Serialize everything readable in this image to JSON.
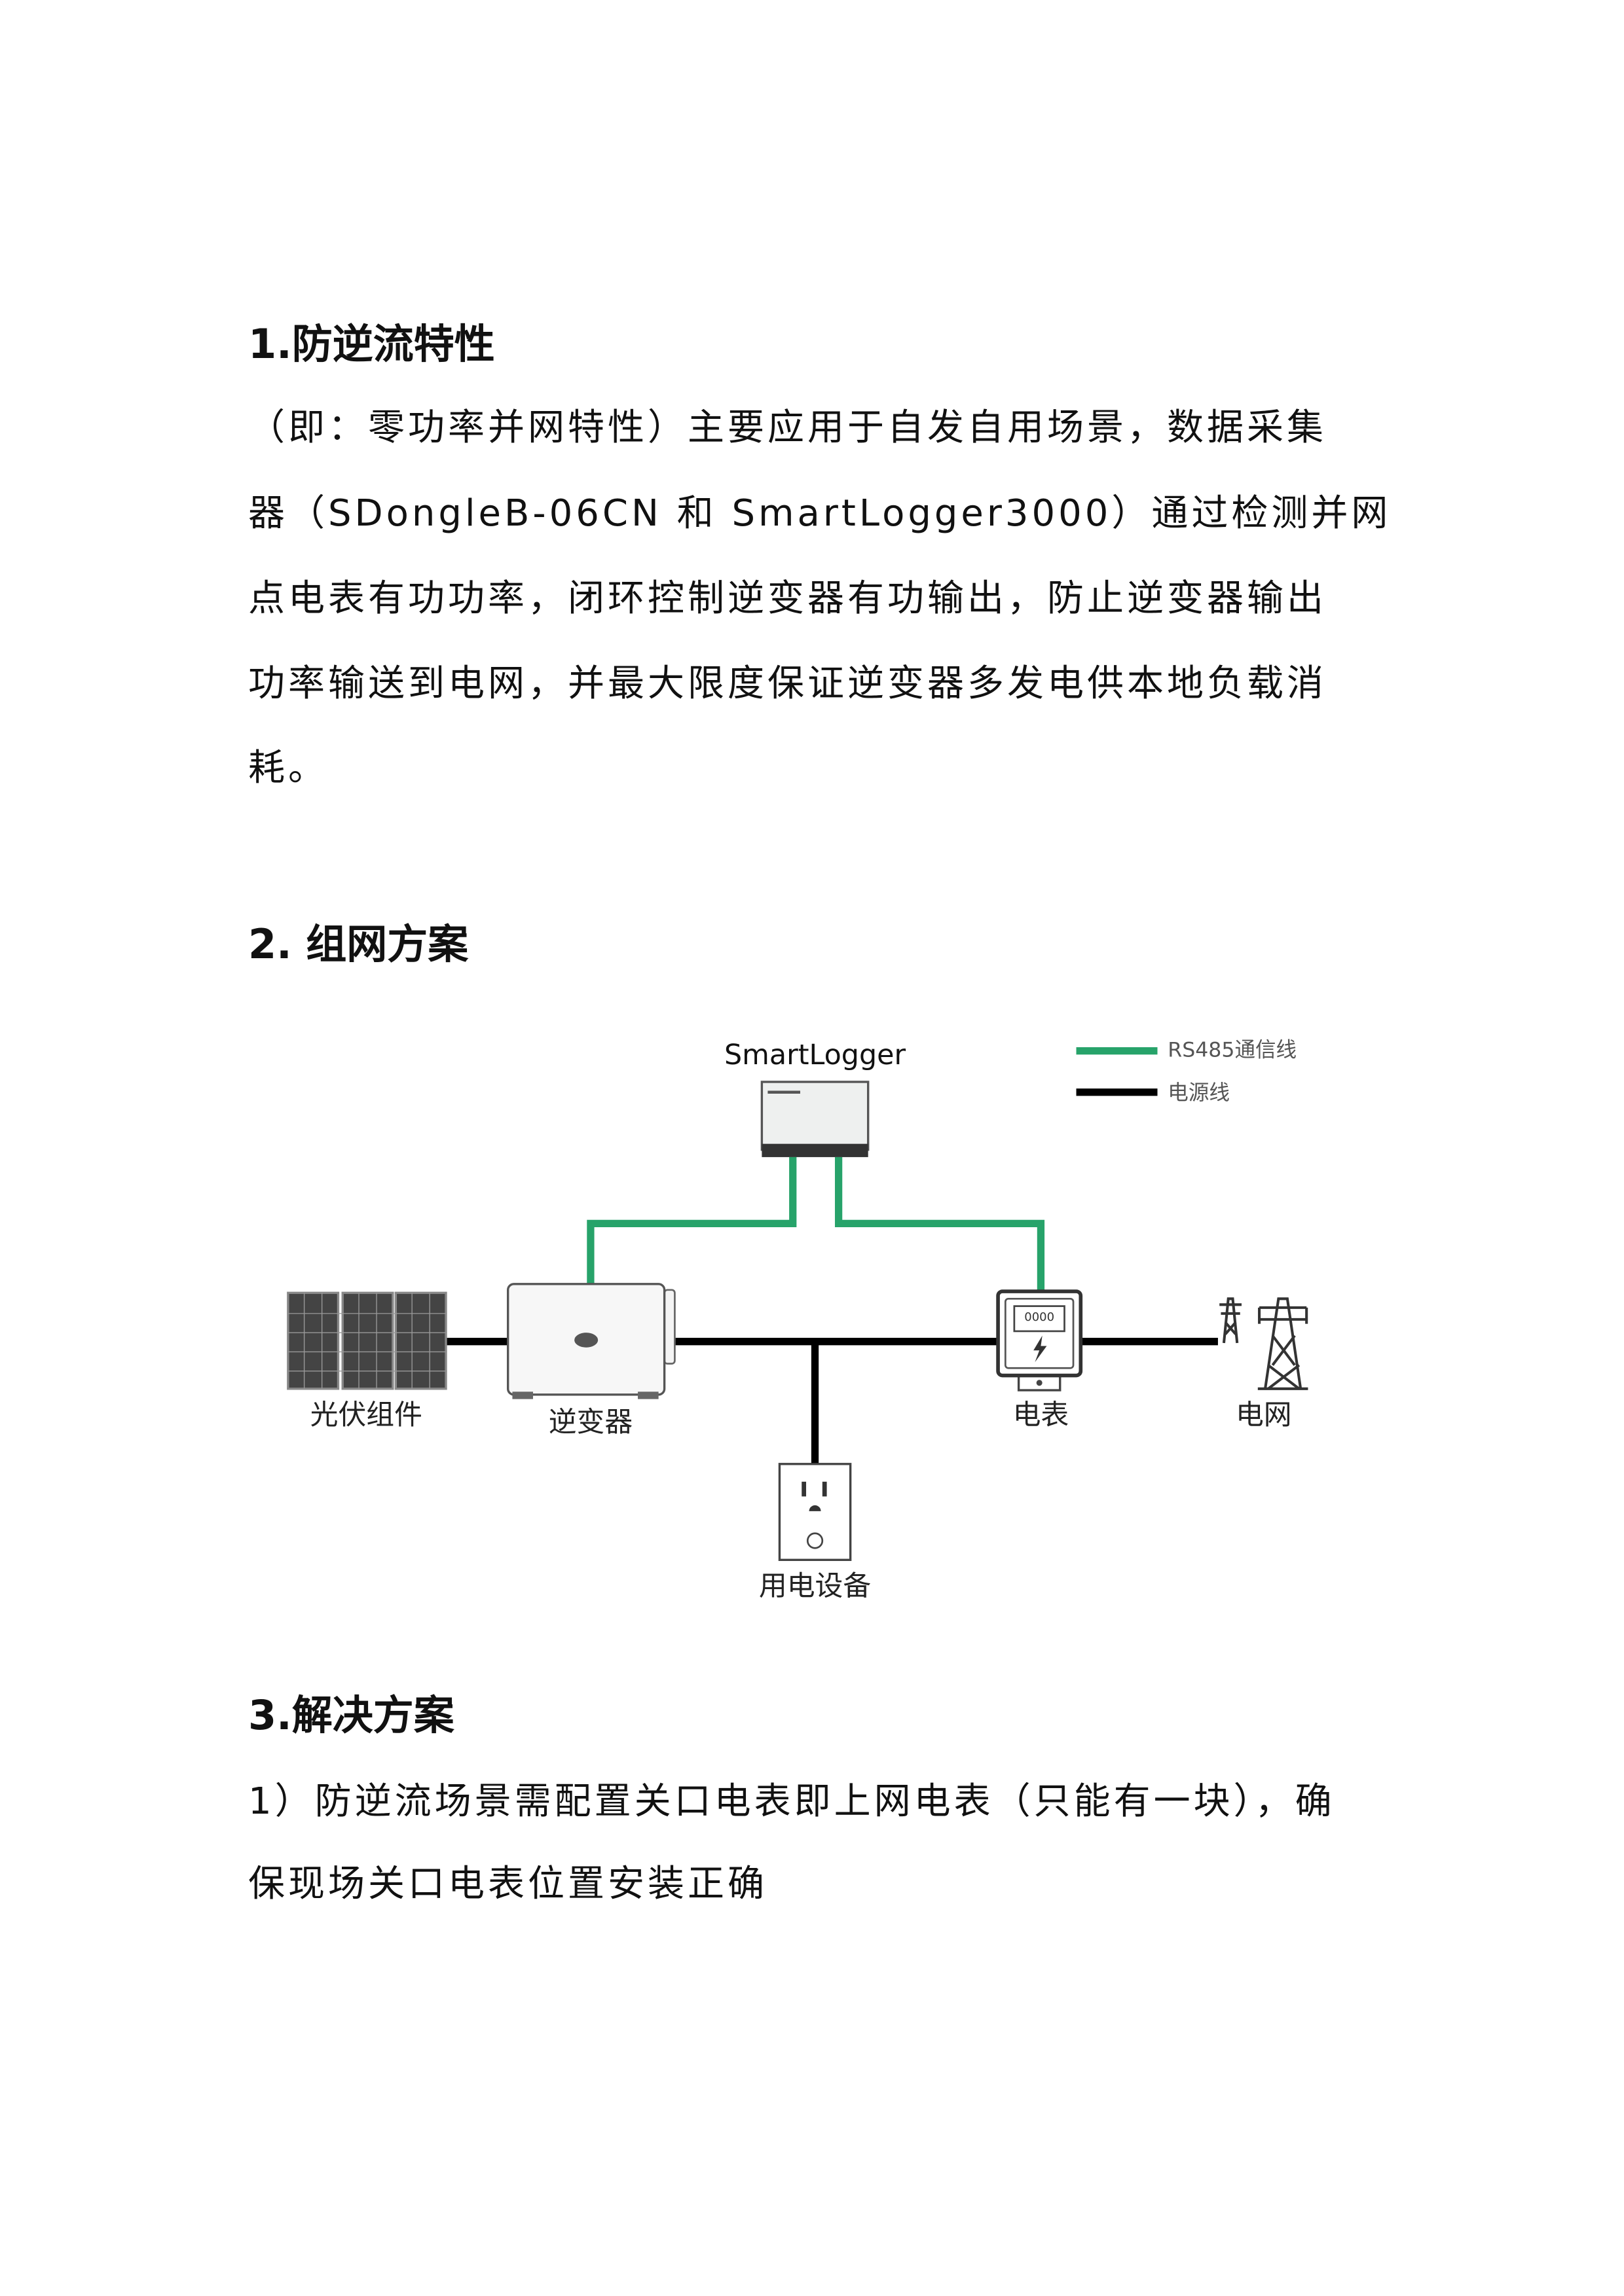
{
  "section1": {
    "heading": "1.防逆流特性",
    "lines": [
      "（即：零功率并网特性）主要应用于自发自用场景，数据采集",
      "器（SDongleB-06CN 和 SmartLogger3000）通过检测并网",
      "点电表有功功率，闭环控制逆变器有功输出，防止逆变器输出",
      "功率输送到电网，并最大限度保证逆变器多发电供本地负载消",
      "耗。"
    ]
  },
  "section2": {
    "heading": "2. 组网方案",
    "diagram": {
      "smartlogger_label": "SmartLogger",
      "legend": [
        {
          "label": "RS485通信线",
          "color": "#27a36a"
        },
        {
          "label": "电源线",
          "color": "#000000"
        }
      ],
      "labels": {
        "pv": "光伏组件",
        "inverter": "逆变器",
        "meter": "电表",
        "grid": "电网",
        "load": "用电设备"
      },
      "meter_display": "0000"
    }
  },
  "section3": {
    "heading": "3.解决方案",
    "lines": [
      "1）防逆流场景需配置关口电表即上网电表（只能有一块），确",
      "保现场关口电表位置安装正确"
    ]
  }
}
